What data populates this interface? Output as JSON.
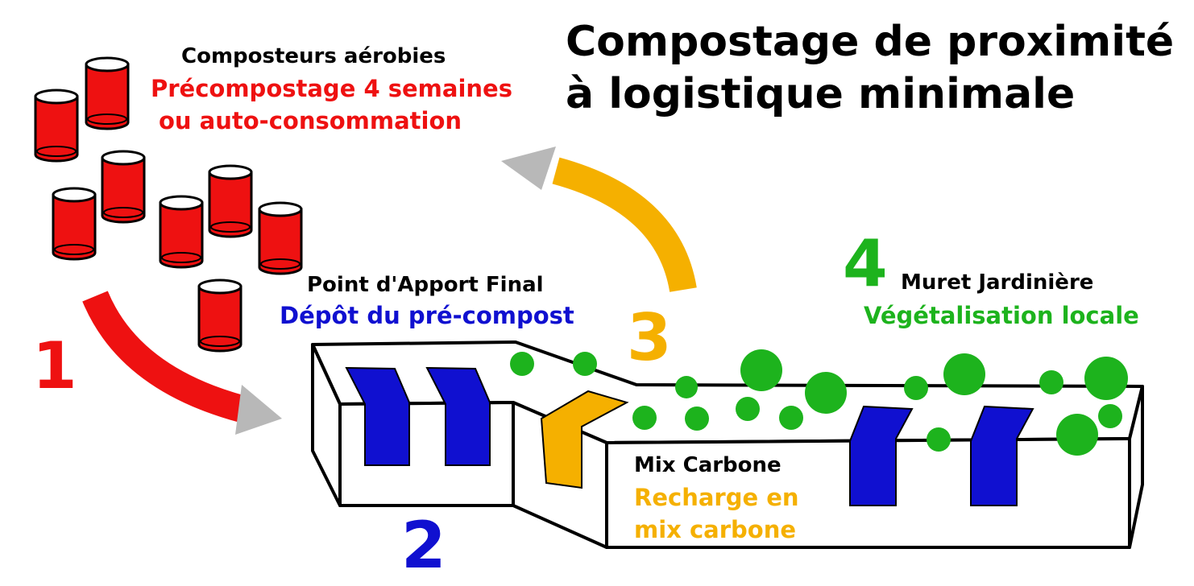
{
  "title": {
    "line1": "Compostage de proximité",
    "line2": "à logistique minimale"
  },
  "steps": {
    "composters": {
      "heading": "Composteurs aérobies",
      "detail_line1": "Précompostage 4 semaines",
      "detail_line2": "ou auto-consommation",
      "color": "#ee1111"
    },
    "drop_point": {
      "heading": "Point d'Apport Final",
      "detail": "Dépôt du pré-compost",
      "color": "#1010d0"
    },
    "carbon_mix": {
      "heading": "Mix Carbone",
      "detail_line1": "Recharge en",
      "detail_line2": "mix carbone",
      "color": "#f5b000"
    },
    "planter_wall": {
      "heading": "Muret Jardinière",
      "detail": "Végétalisation locale",
      "color": "#1db31d"
    }
  },
  "numbers": {
    "one": "1",
    "two": "2",
    "three": "3",
    "four": "4"
  },
  "colors": {
    "red": "#ee1111",
    "blue": "#1010d0",
    "orange": "#f5b000",
    "green": "#1db31d",
    "arrowhead": "#b8b8b8"
  }
}
